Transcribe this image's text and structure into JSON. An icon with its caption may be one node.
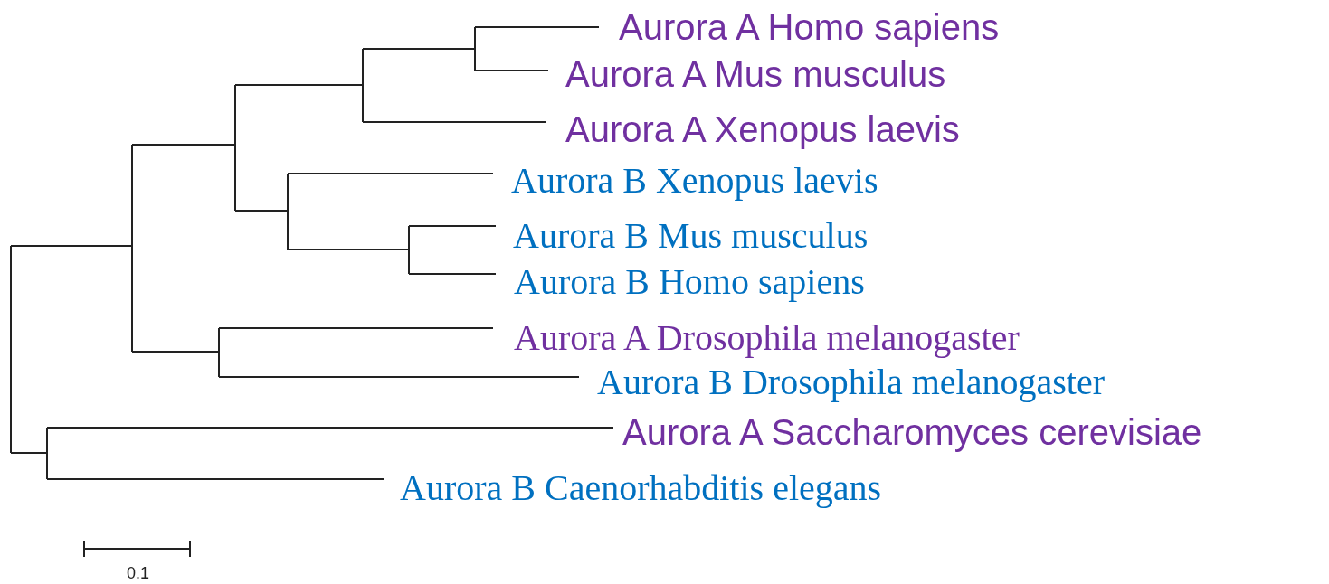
{
  "diagram": {
    "labels": [
      "Aurora A Homo sapiens",
      "Aurora A Mus musculus",
      "Aurora A Xenopus laevis",
      "Aurora B Xenopus laevis",
      "Aurora B Mus musculus",
      "Aurora B Homo sapiens",
      "Aurora A Drosophila melanogaster",
      "Aurora B Drosophila melanogaster",
      "Aurora A Saccharomyces cerevisiae",
      "Aurora B Caenorhabditis elegans",
      "0.1"
    ]
  }
}
